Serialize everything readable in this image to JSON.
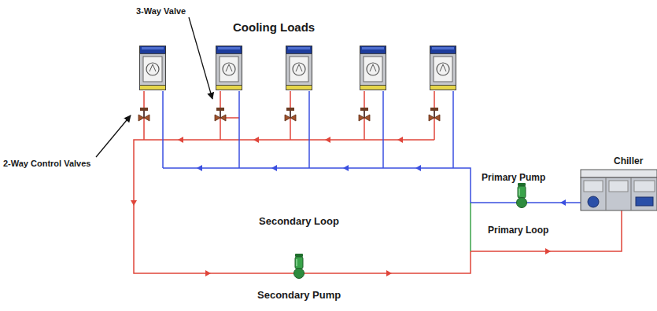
{
  "diagram": {
    "labels": [
      "3-Way Valve",
      "Cooling Loads",
      "2-Way Control Valves",
      "Chiller",
      "Primary Pump",
      "Secondary Loop",
      "Primary Loop",
      "Secondary Pump"
    ]
  }
}
